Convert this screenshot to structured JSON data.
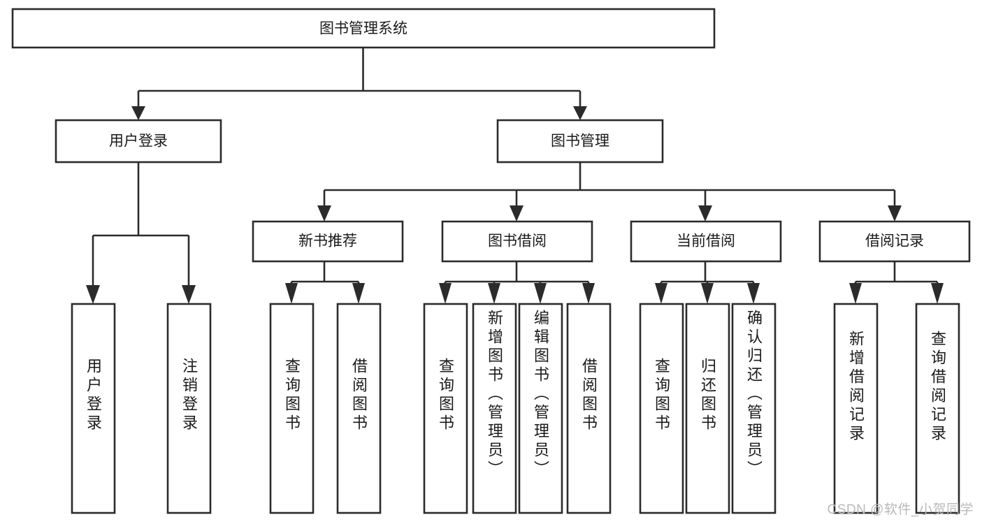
{
  "diagram": {
    "type": "hierarchy-tree",
    "title": "图书管理系统",
    "watermark": "CSDN @软件_小贺同学",
    "colors": {
      "stroke": "#2b2b2b",
      "fill": "#ffffff",
      "text": "#1a1a1a",
      "watermark": "#b9b9b9"
    },
    "levels": {
      "root": {
        "label": "图书管理系统"
      },
      "level2": [
        {
          "id": "user-login",
          "label": "用户登录"
        },
        {
          "id": "book-management",
          "label": "图书管理"
        }
      ],
      "level3": [
        {
          "id": "new-book-recommend",
          "label": "新书推荐",
          "parent": "book-management"
        },
        {
          "id": "book-borrow",
          "label": "图书借阅",
          "parent": "book-management"
        },
        {
          "id": "current-borrow",
          "label": "当前借阅",
          "parent": "book-management"
        },
        {
          "id": "borrow-record",
          "label": "借阅记录",
          "parent": "book-management"
        }
      ],
      "leaves": [
        {
          "id": "leaf-user-login",
          "label": "用户登录",
          "parent": "user-login"
        },
        {
          "id": "leaf-logout",
          "label": "注销登录",
          "parent": "user-login"
        },
        {
          "id": "leaf-query-book-1",
          "label": "查询图书",
          "parent": "new-book-recommend"
        },
        {
          "id": "leaf-borrow-book-1",
          "label": "借阅图书",
          "parent": "new-book-recommend"
        },
        {
          "id": "leaf-query-book-2",
          "label": "查询图书",
          "parent": "book-borrow"
        },
        {
          "id": "leaf-add-book",
          "label": "新增图书（管理员）",
          "parent": "book-borrow"
        },
        {
          "id": "leaf-edit-book",
          "label": "编辑图书（管理员）",
          "parent": "book-borrow"
        },
        {
          "id": "leaf-borrow-book-2",
          "label": "借阅图书",
          "parent": "book-borrow"
        },
        {
          "id": "leaf-query-book-3",
          "label": "查询图书",
          "parent": "current-borrow"
        },
        {
          "id": "leaf-return-book",
          "label": "归还图书",
          "parent": "current-borrow"
        },
        {
          "id": "leaf-confirm-return",
          "label": "确认归还（管理员）",
          "parent": "current-borrow"
        },
        {
          "id": "leaf-add-record",
          "label": "新增借阅记录",
          "parent": "borrow-record"
        },
        {
          "id": "leaf-query-record",
          "label": "查询借阅记录",
          "parent": "borrow-record"
        }
      ]
    }
  }
}
